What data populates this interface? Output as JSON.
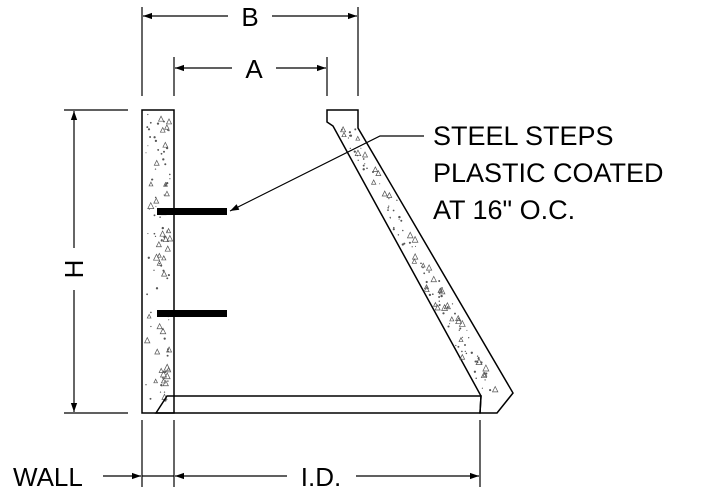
{
  "diagram": {
    "dimensions": {
      "b": "B",
      "a": "A",
      "h": "H",
      "wall": "WALL",
      "id": "I.D."
    },
    "note": {
      "line1": "STEEL STEPS",
      "line2": "PLASTIC COATED",
      "line3": "AT 16\" O.C."
    },
    "colors": {
      "line": "#000000",
      "concrete_speckle": "#555555"
    }
  }
}
